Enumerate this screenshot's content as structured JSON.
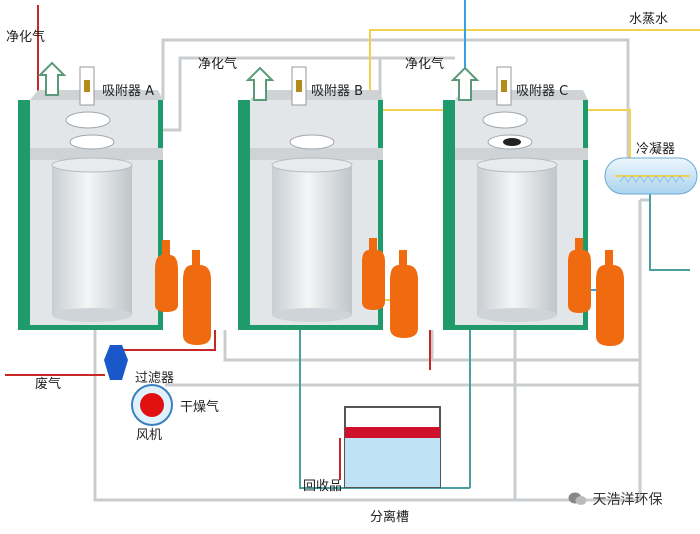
{
  "labels": {
    "clean_gas_left": "净化气",
    "clean_gas_b": "净化气",
    "clean_gas_c": "净化气",
    "steam": "水蒸水",
    "adsorber_a": "吸附器 A",
    "adsorber_b": "吸附器 B",
    "adsorber_c": "吸附器 C",
    "condenser": "冷凝器",
    "waste_gas": "废气",
    "filter": "过滤器",
    "dry_gas": "干燥气",
    "fan": "风机",
    "recovered": "回收品",
    "separator": "分离槽"
  },
  "watermark": "天浩洋环保",
  "icons": {
    "watermark": "wechat-icon"
  },
  "colors": {
    "tank_green": "#1f9a6a",
    "tank_gray": "#e3e6e8",
    "cylinder": "#d6dadd",
    "valve_orange": "#f06a10",
    "filter_blue": "#1a57c9",
    "fan_red": "#e01010",
    "pipe_red": "#c62828",
    "pipe_yellow": "#f2d24a",
    "pipe_blue": "#3aa0e0",
    "pipe_teal": "#4aa0a0",
    "pipe_gray": "#c9cdd0",
    "water": "#bfe2f5"
  }
}
